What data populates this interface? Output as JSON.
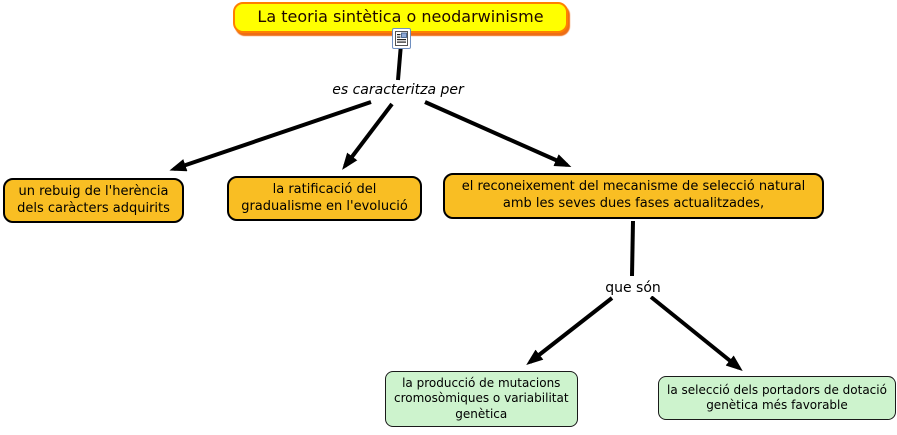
{
  "map": {
    "root": {
      "label": "La teoria sintètica o neodarwinisme",
      "resource_icon": "document-resource-icon"
    },
    "link_labels": {
      "characterize": "es caracteritza per",
      "which_are": "que són"
    },
    "branches": [
      {
        "lines": [
          "un rebuig de l'herència",
          "dels caràcters adquirits"
        ]
      },
      {
        "lines": [
          "la ratificació del",
          "gradualisme en l'evolució"
        ]
      },
      {
        "lines": [
          "el reconeixement del mecanisme de selecció natural",
          "amb les seves dues fases actualitzades,"
        ]
      }
    ],
    "leaves": [
      {
        "lines": [
          "la producció de mutacions",
          "cromosòmiques o variabilitat",
          "genètica"
        ]
      },
      {
        "lines": [
          "la selecció dels portadors de dotació",
          "genètica més favorable"
        ]
      }
    ],
    "colors": {
      "root_bg": "#FFFF00",
      "root_border": "#FF8000",
      "root_shadow": "#EE6D15",
      "branch_bg": "#F9BE23",
      "branch_border": "#000000",
      "leaf_bg": "#CDF3CD",
      "leaf_border": "#1A1A1A",
      "line": "#000000"
    }
  }
}
